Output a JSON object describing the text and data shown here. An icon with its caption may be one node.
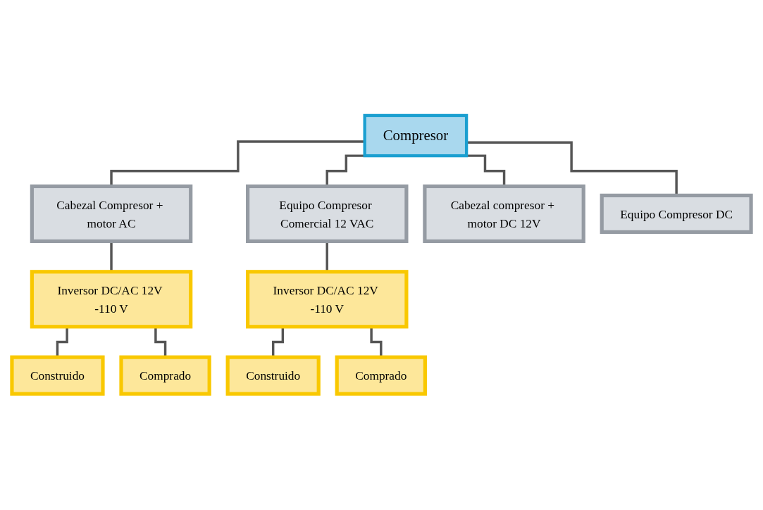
{
  "diagram": {
    "nodes": [
      {
        "text": [
          "Compresor"
        ]
      },
      {
        "text": [
          "Cabezal Compresor + motor AC"
        ]
      },
      {
        "text": [
          "Equipo Compresor Comercial 12 VAC"
        ]
      },
      {
        "text": [
          "Inversor DC/AC 12V -110 V"
        ]
      },
      {
        "text": [
          "Construido"
        ]
      },
      {
        "text": [
          "Comprado"
        ]
      },
      {
        "text": [
          "Inversor DC/AC 12V -110 V"
        ]
      },
      {
        "text": [
          "Construido"
        ]
      },
      {
        "text": [
          "Comprado"
        ]
      },
      {
        "text": [
          "Cabezal compresor + motor DC 12V"
        ]
      },
      {
        "text": [
          "Equipo Compresor DC"
        ]
      }
    ],
    "edges": [
      {
        "from": 0,
        "to": 1,
        "arrow": "none"
      },
      {
        "from": 0,
        "to": 2,
        "arrow": "none"
      },
      {
        "from": 1,
        "to": 3,
        "arrow": "none"
      },
      {
        "from": 3,
        "to": 4,
        "arrow": "none"
      },
      {
        "from": 3,
        "to": 5,
        "arrow": "none"
      },
      {
        "from": 2,
        "to": 6,
        "arrow": "none"
      },
      {
        "from": 6,
        "to": 7,
        "arrow": "none"
      },
      {
        "from": 6,
        "to": 8,
        "arrow": "none"
      },
      {
        "from": 0,
        "to": 9,
        "arrow": "none"
      },
      {
        "from": 0,
        "to": 10,
        "arrow": "none"
      }
    ]
  }
}
